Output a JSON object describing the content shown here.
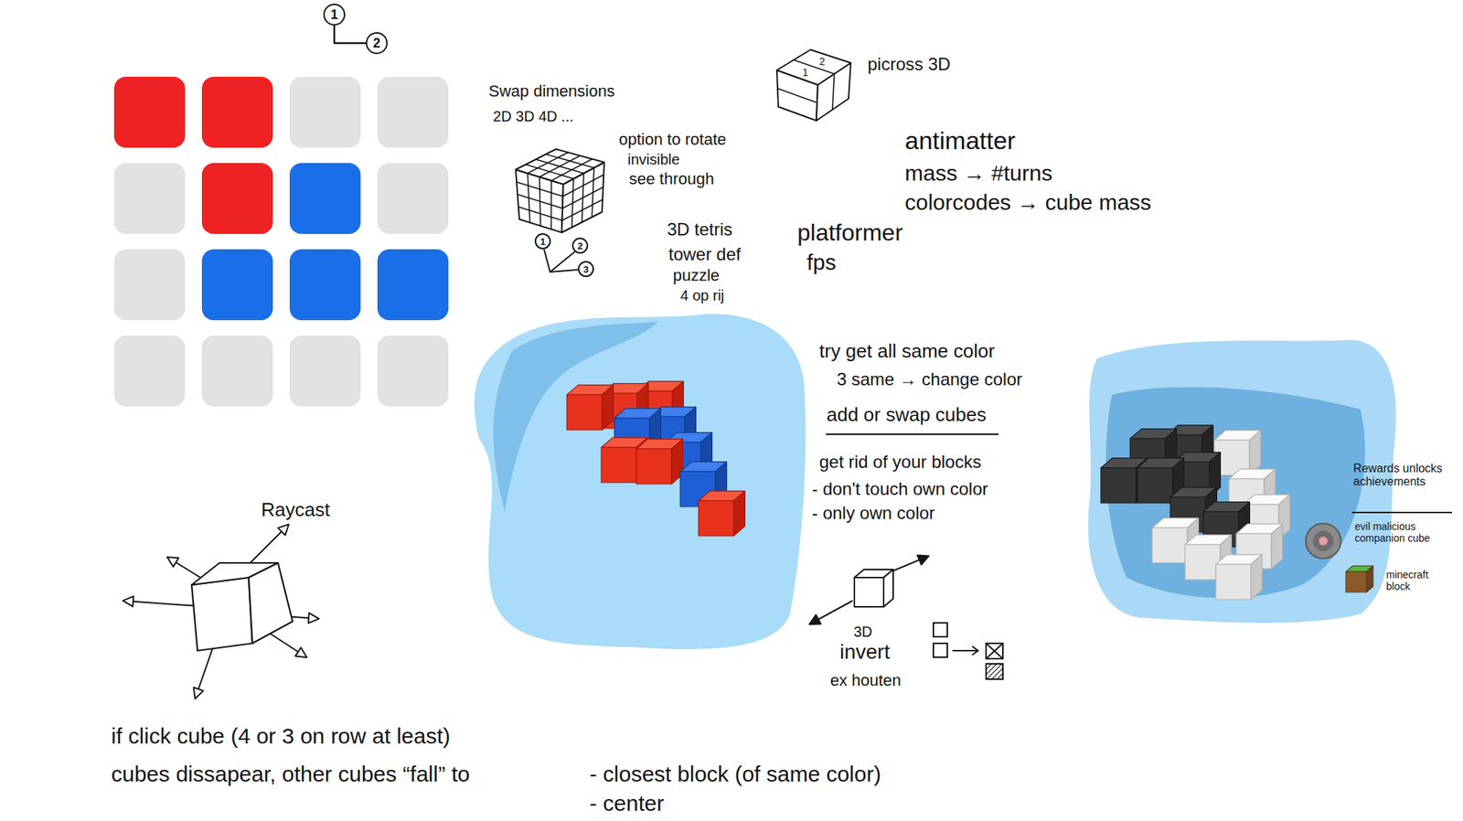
{
  "diagram": {
    "nodes": [
      {
        "text": [
          "1"
        ]
      },
      {
        "text": [
          "2"
        ]
      },
      {
        "text": [
          "1"
        ]
      },
      {
        "text": [
          "2"
        ]
      },
      {
        "text": [
          "3"
        ]
      }
    ],
    "edges": [
      {
        "from": 0,
        "to": 1,
        "arrow": "none"
      }
    ],
    "labels": [
      "Swap dimensions",
      "2D 3D 4D ...",
      "picross 3D",
      "1",
      "2",
      "option to rotate",
      "invisible",
      "see through",
      "antimatter",
      "mass → #turns",
      "colorcodes → cube mass",
      "3D tetris",
      "tower def",
      "puzzle",
      "4 op rij",
      "platformer",
      "fps",
      "try get all same color",
      "3 same → change color",
      "add or swap cubes",
      "get rid of your blocks",
      "- don't touch own color",
      "- only own color",
      "3D",
      "invert",
      "ex houten",
      "Rewards unlocks achievements",
      "evil malicious companion cube",
      "minecraft block",
      "Raycast",
      "if click cube (4 or 3 on row at least)",
      "cubes dissapear, other cubes “fall” to",
      "- closest block (of same color)",
      "- center"
    ]
  }
}
